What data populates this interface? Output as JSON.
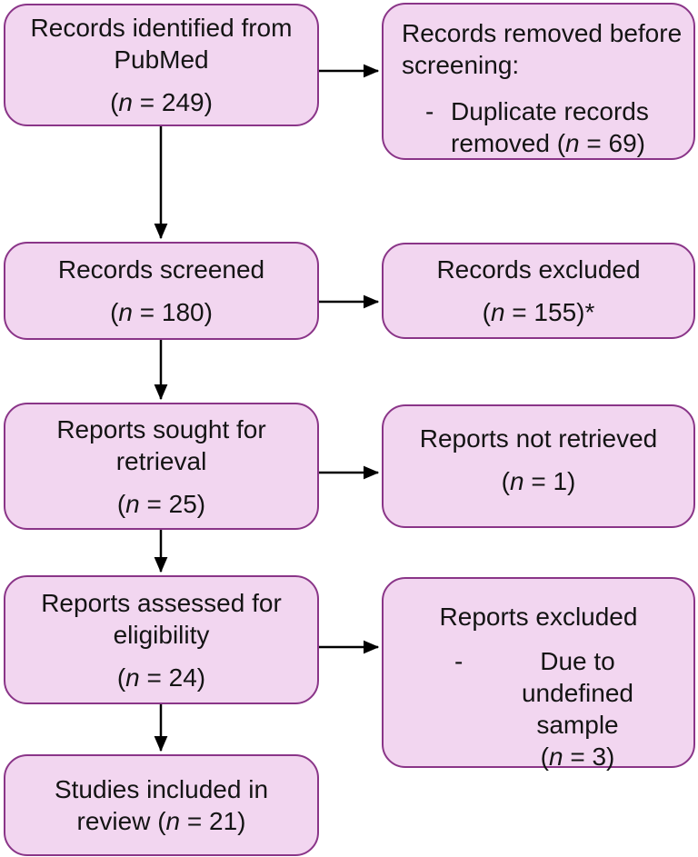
{
  "diagram": {
    "type": "PRISMA flow diagram",
    "colors": {
      "box_fill": "#f2d6f0",
      "box_border": "#8a3588",
      "arrow": "#000000",
      "text": "#141414",
      "background": "#ffffff"
    },
    "boxes": {
      "identified": {
        "line1": "Records identified from",
        "line2": "PubMed",
        "n_pre": "(",
        "n_var": "n",
        "n_post": " = 249)"
      },
      "removed_before_screening": {
        "line1": "Records removed before",
        "line2": "screening:",
        "bullet_dash": "-",
        "bullet_line1": "Duplicate records",
        "b_pre": "removed (",
        "b_var": "n",
        "b_post": " = 69)"
      },
      "screened": {
        "line1": "Records screened",
        "n_pre": "(",
        "n_var": "n",
        "n_post": " = 180)"
      },
      "records_excluded": {
        "line1": "Records excluded",
        "n_pre": "(",
        "n_var": "n",
        "n_post": " = 155)*"
      },
      "sought": {
        "line1": "Reports sought for",
        "line2": "retrieval",
        "n_pre": "(",
        "n_var": "n",
        "n_post": " = 25)"
      },
      "not_retrieved": {
        "line1": "Reports not retrieved",
        "n_pre": "(",
        "n_var": "n",
        "n_post": " = 1)"
      },
      "assessed": {
        "line1": "Reports assessed for",
        "line2": "eligibility",
        "n_pre": "(",
        "n_var": "n",
        "n_post": " = 24)"
      },
      "reports_excluded": {
        "line1": "Reports excluded",
        "bullet_dash": "-",
        "bullet_line1": "Due to undefined",
        "bullet_line2": "sample",
        "b_pre": "(",
        "b_var": "n",
        "b_post": " = 3)"
      },
      "included": {
        "line1": "Studies included in",
        "l2_pre": "review (",
        "l2_var": "n",
        "l2_post": " = 21)"
      }
    },
    "counts": {
      "identified": 249,
      "duplicates_removed": 69,
      "screened": 180,
      "records_excluded": 155,
      "sought_for_retrieval": 25,
      "not_retrieved": 1,
      "assessed_for_eligibility": 24,
      "excluded_undefined_sample": 3,
      "included_in_review": 21
    }
  }
}
